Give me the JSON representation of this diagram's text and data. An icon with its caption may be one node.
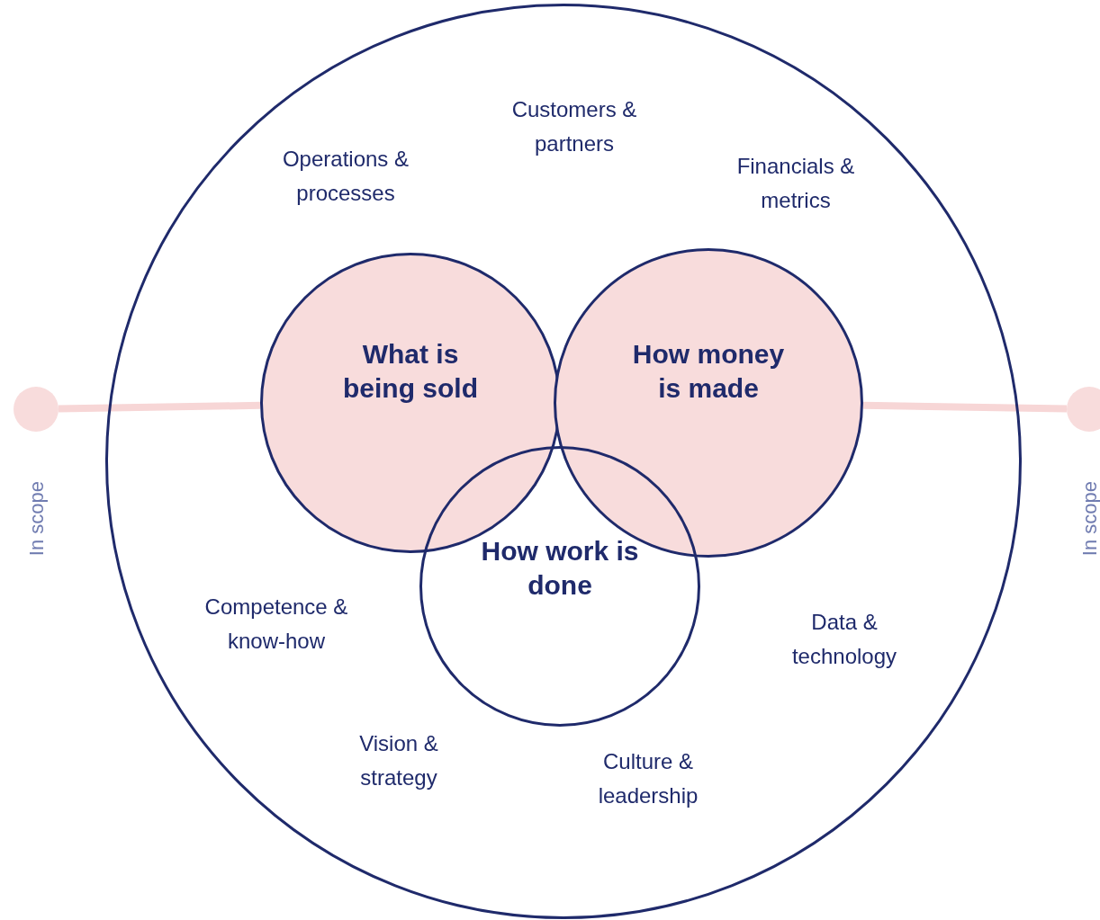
{
  "diagram": {
    "nodes": [
      {
        "text": [],
        "shape": "circle"
      },
      {
        "text": [],
        "shape": "circle",
        "beside": [
          "In scope"
        ]
      },
      {
        "text": [
          "What is being sold"
        ],
        "in": 0
      },
      {
        "text": [
          "How money is made"
        ],
        "in": 0
      },
      {
        "text": [],
        "shape": "circle",
        "beside": [
          "In scope"
        ]
      },
      {
        "text": [
          "How work is done"
        ],
        "in": 0
      }
    ],
    "edges": [
      {
        "from": 1,
        "to": 2,
        "arrow": "none"
      },
      {
        "from": 3,
        "to": 4,
        "arrow": "none"
      }
    ],
    "labels": [
      "Customers & partners",
      "Operations & processes",
      "Financials & metrics",
      "Competence & know-how",
      "Data & technology",
      "Vision & strategy",
      "Culture & leadership"
    ]
  }
}
